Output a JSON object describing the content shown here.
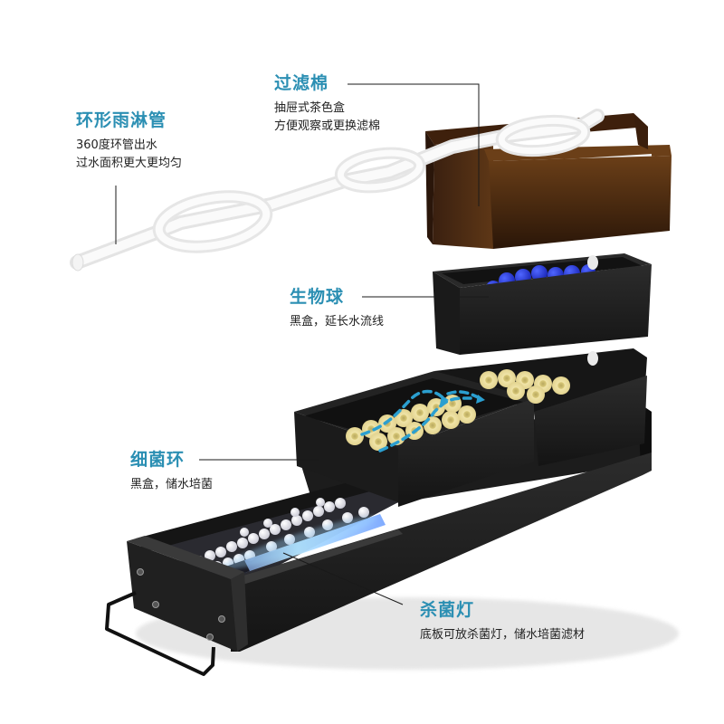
{
  "diagram": {
    "subject": "aquarium drip filter box, exploded view",
    "accent_color": "#2b8fb3",
    "text_color": "#222222",
    "callouts": [
      {
        "id": "rain-pipe",
        "title": "环形雨淋管",
        "lines": [
          "360度环管出水",
          "过水面积更大更均匀"
        ]
      },
      {
        "id": "filter-sponge",
        "title": "过滤棉",
        "lines": [
          "抽屉式茶色盒",
          "方便观察或更换滤棉"
        ]
      },
      {
        "id": "bio-balls",
        "title": "生物球",
        "lines": [
          "黑盒，延长水流线"
        ]
      },
      {
        "id": "bacteria-rings",
        "title": "细菌环",
        "lines": [
          "黑盒，储水培菌"
        ]
      },
      {
        "id": "uv-lamp",
        "title": "杀菌灯",
        "lines": [
          "底板可放杀菌灯，储水培菌滤材"
        ]
      }
    ],
    "components": [
      {
        "name": "ring-rain-pipe",
        "color": "#f2f2f2"
      },
      {
        "name": "tea-brown-drawer",
        "color": "#5a3414"
      },
      {
        "name": "blue-bio-balls",
        "color": "#2a3fe0"
      },
      {
        "name": "black-box",
        "color": "#1e1e1e"
      },
      {
        "name": "yellow-bacteria-rings",
        "color": "#e9dc9a"
      },
      {
        "name": "water-flow-arrows",
        "color": "#2b9fd0"
      },
      {
        "name": "white-ceramic-balls",
        "color": "#f4f4f6"
      },
      {
        "name": "uv-lamp-tube",
        "color": "#8fd0ff"
      }
    ]
  }
}
